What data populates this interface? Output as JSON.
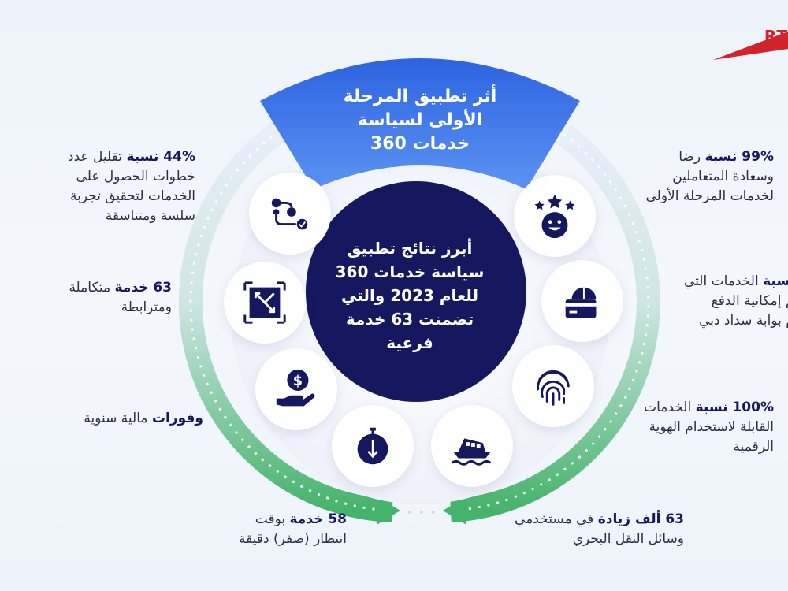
{
  "brand": {
    "logo_text": "RT"
  },
  "header": {
    "title_line1": "أثر تطبيق المرحلة",
    "title_line2": "الأولى لسياسة",
    "title_line3": "خدمات 360"
  },
  "center": {
    "line1": "أبرز نتائج تطبيق",
    "line2": "سياسة خدمات 360",
    "line3": "للعام 2023 والتي",
    "line4": "تضمنت 63 خدمة",
    "line5": "فرعية"
  },
  "stats": {
    "satisfaction": {
      "highlight": "99% نسبة",
      "rest1": " رضا",
      "line2": "وسعادة المتعاملين",
      "line3": "لخدمات المرحلة الأولى"
    },
    "payment": {
      "highlight": "% نسبة",
      "rest1": " الخدمات التي",
      "line2": "تدعم إمكانية الدفع",
      "line3": "خدام بوابة سداد دبي"
    },
    "digital_id": {
      "highlight": "100% نسبة",
      "rest1": " الخدمات",
      "line2": "القابلة لاستخدام الهوية",
      "line3": "الرقمية"
    },
    "marine": {
      "highlight": "63 ألف زيادة",
      "rest1": " في مستخدمي",
      "line2": "وسائل النقل البحري"
    },
    "zero_wait": {
      "highlight": "58 خدمة",
      "rest1": " بوقت",
      "line2": "انتظار (صفر) دقيقة"
    },
    "savings": {
      "highlight": "وفورات",
      "rest1": " مالية سنوية"
    },
    "integrated": {
      "highlight": "63 خدمة",
      "rest1": " متكاملة",
      "line2": "ومترابطة"
    },
    "steps": {
      "highlight": "44% نسبة",
      "rest1": " تقليل عدد",
      "line2": "خطوات الحصول على",
      "line3": "الخدمات لتحقيق تجربة",
      "line4": "سلسة ومتناسقة"
    }
  },
  "icons": [
    "stars-face-icon",
    "card-payment-icon",
    "fingerprint-icon",
    "boat-icon",
    "stopwatch-icon",
    "money-hand-icon",
    "integration-icon",
    "workflow-icon"
  ],
  "colors": {
    "navy": "#15185e",
    "blue": "#2d63e0",
    "green": "#45b36b",
    "red": "#d2232a"
  }
}
